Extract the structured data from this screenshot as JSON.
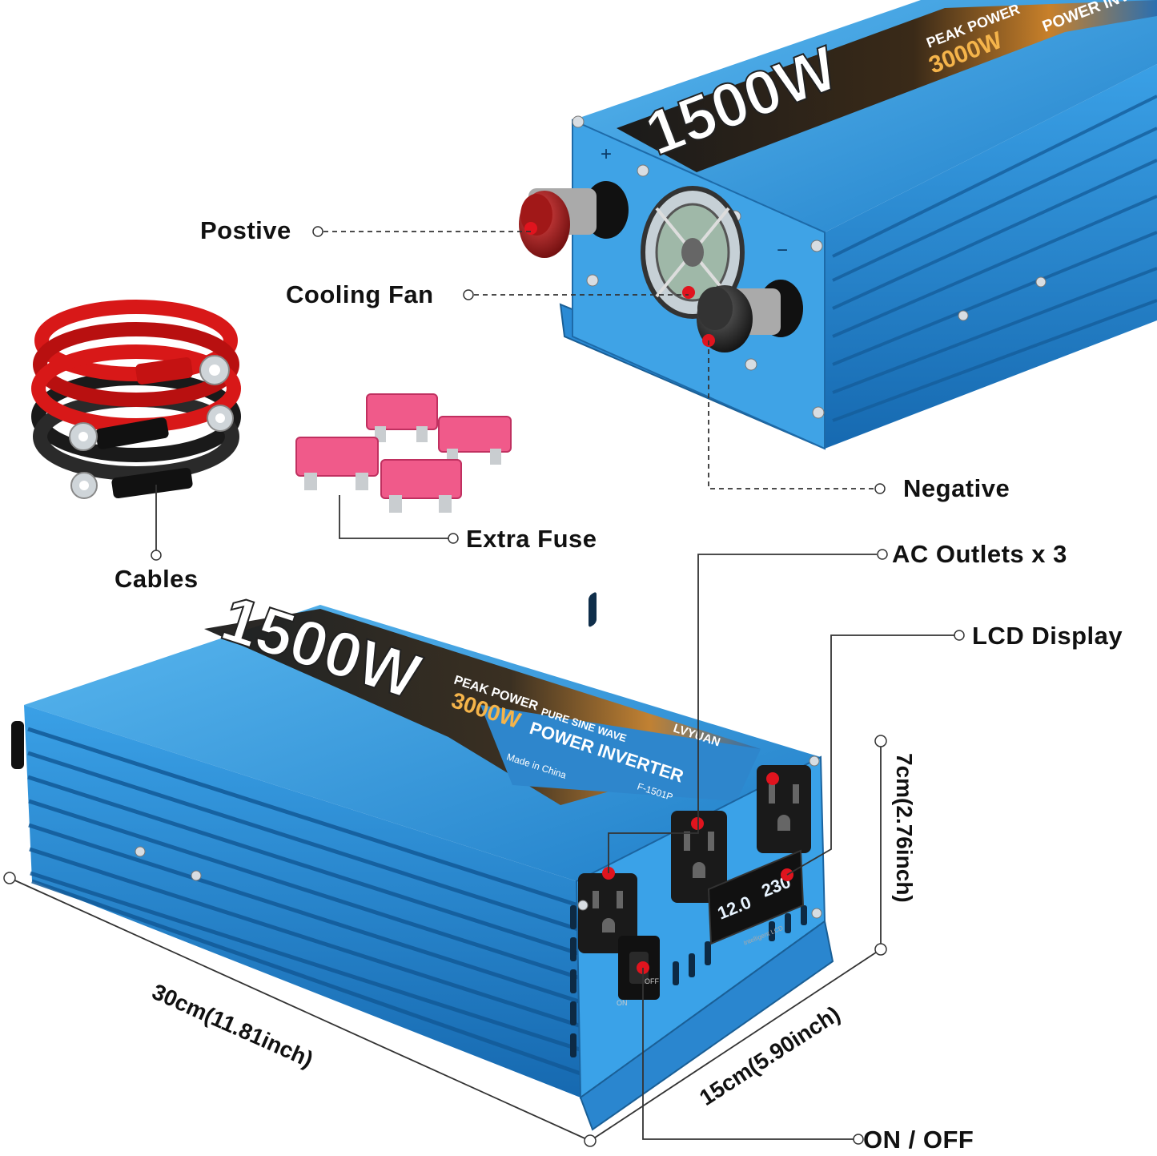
{
  "callouts": {
    "positive": "Postive",
    "cooling_fan": "Cooling Fan",
    "negative": "Negative",
    "extra_fuse": "Extra Fuse",
    "cables": "Cables",
    "ac_outlets": "AC Outlets x 3",
    "lcd_display": "LCD Display",
    "on_off": "ON / OFF"
  },
  "dimensions": {
    "length": "30cm(11.81inch)",
    "width": "15cm(5.90inch)",
    "height": "7cm(2.76inch)"
  },
  "product": {
    "wattage": "1500W",
    "peak_power_label": "PEAK POWER",
    "peak_power_value": "3000W",
    "brand": "LVYUAN",
    "type_line1": "PURE SINE WAVE",
    "type_line2": "POWER INVERTER",
    "origin": "Made in China",
    "model": "F-1501P",
    "lcd_voltage_in": "12.0",
    "lcd_voltage_out": "230",
    "lcd_caption": "Intelligent LCD",
    "switch_on": "ON",
    "switch_off": "OFF"
  },
  "colors": {
    "casing_blue": "#2f8fd6",
    "accent_red": "#e0141e",
    "label_text": "#111111"
  }
}
